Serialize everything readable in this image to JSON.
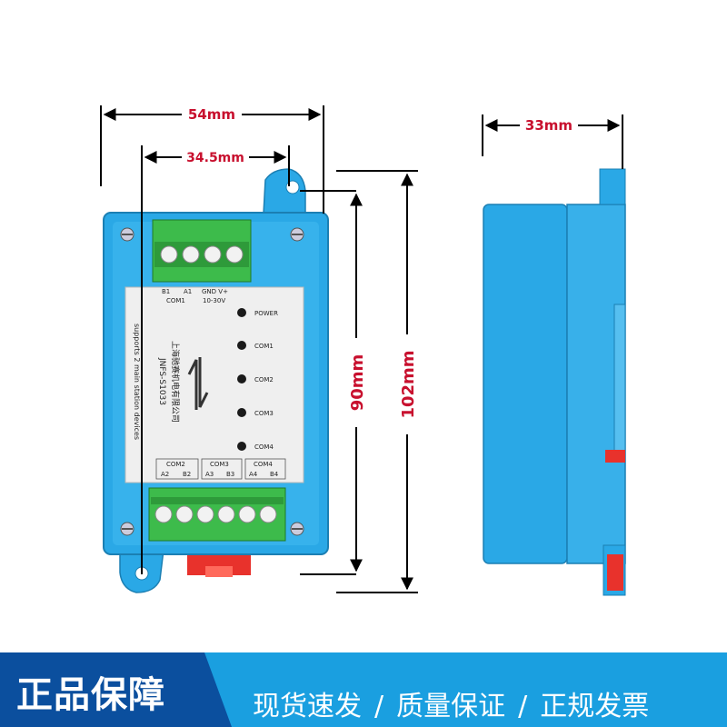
{
  "dimensions": {
    "total_width": "54mm",
    "hole_spacing": "34.5mm",
    "depth": "33mm",
    "body_height": "90mm",
    "total_height": "102mm"
  },
  "device": {
    "top_labels": [
      "B1",
      "A1",
      "COM1",
      "GND V+",
      "10-30V"
    ],
    "indicators": [
      "POWER",
      "COM1",
      "COM2",
      "COM3",
      "COM4"
    ],
    "bottom_labels": [
      "COM2",
      "COM3",
      "COM4",
      "A2",
      "B2",
      "A3",
      "B3",
      "A4",
      "B4"
    ],
    "vertical_text_1": "上海驰赛机电有限公司",
    "vertical_text_2": "JNFS-S1033",
    "vertical_text_3": "supports 2 main station devices"
  },
  "banner": {
    "badge": "正品保障",
    "item1": "现货速发",
    "item2": "质量保证",
    "item3": "正规发票",
    "separator": "/"
  },
  "colors": {
    "housing": "#2aa8e6",
    "terminal": "#3dbb4b",
    "dimension": "#c8102e",
    "banner": "#1a9fe0",
    "badge": "#0b4f9e"
  }
}
